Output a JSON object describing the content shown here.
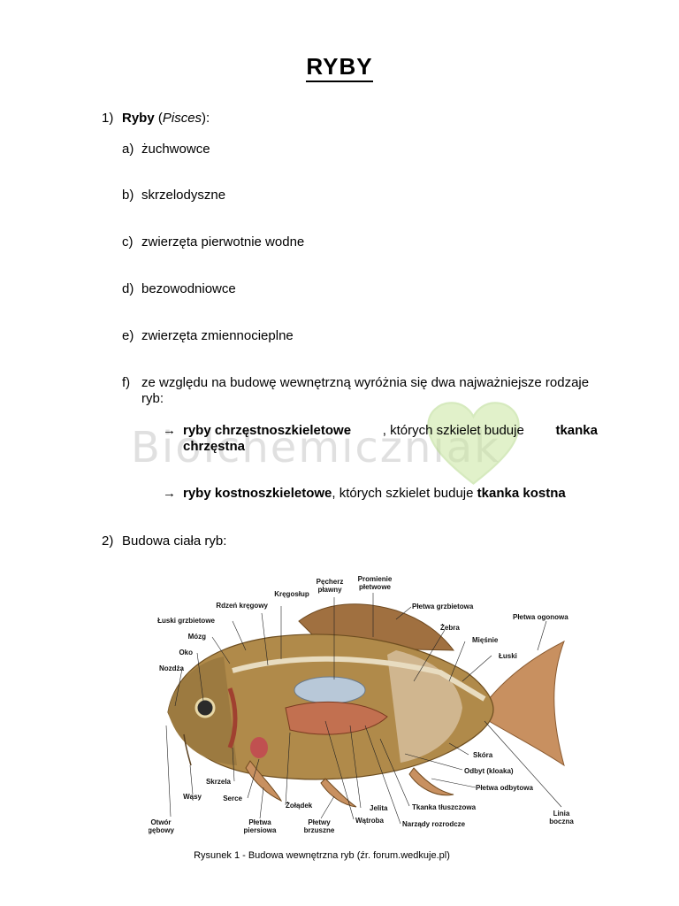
{
  "title": "RYBY",
  "section1": {
    "num": "1)",
    "head_bold": "Ryby",
    "head_open": " (",
    "head_italic": "Pisces",
    "head_close": "):",
    "items": [
      {
        "letter": "a)",
        "text": "żuchwowce"
      },
      {
        "letter": "b)",
        "text": "skrzelodyszne"
      },
      {
        "letter": "c)",
        "text": "zwierzęta pierwotnie wodne"
      },
      {
        "letter": "d)",
        "text": "bezowodniowce"
      },
      {
        "letter": "e)",
        "text": "zwierzęta zmiennocieplne"
      },
      {
        "letter": "f)",
        "text": "ze względu na budowę wewnętrzną wyróżnia się dwa najważniejsze rodzaje ryb:"
      }
    ],
    "sub1": {
      "arrow": "→",
      "bold": "ryby chrzęstnoszkieletowe",
      "text": ", których szkielet buduje",
      "bold2": "tkanka",
      "bold3": "chrzęstna"
    },
    "sub2": {
      "arrow": "→",
      "bold": "ryby kostnoszkieletowe",
      "text": ", których szkielet buduje ",
      "bold2": "tkanka kostna"
    }
  },
  "section2": {
    "num": "2)",
    "text": "Budowa ciała ryb:"
  },
  "watermark": "Biolchemiczniak",
  "colors": {
    "heart": "#c9e6a0",
    "fish_body": "#b08a4a",
    "fish_fin": "#c89060"
  },
  "figure": {
    "labels": {
      "pecherz1": "Pęcherz",
      "pecherz2": "pławny",
      "promienie1": "Promienie",
      "promienie2": "płetwowe",
      "kregoslup": "Kręgosłup",
      "rdzen": "Rdzeń kręgowy",
      "pletwa_grzbietowa": "Płetwa grzbietowa",
      "pletwa_ogonowa": "Płetwa ogonowa",
      "luski_grzbietowe": "Łuski grzbietowe",
      "zebra": "Żebra",
      "mozg": "Mózg",
      "miesnie": "Mięśnie",
      "oko": "Oko",
      "luski": "Łuski",
      "nozdza": "Nozdża",
      "skora": "Skóra",
      "odbyt": "Odbyt (kloaka)",
      "pletwa_odbytowa": "Płetwa odbytowa",
      "skrzela": "Skrzela",
      "serce": "Serce",
      "wasy": "Wąsy",
      "zoladek": "Żołądek",
      "jelita": "Jelita",
      "tkanka": "Tkanka tłuszczowa",
      "linia1": "Linia",
      "linia2": "boczna",
      "otwor1": "Otwór",
      "otwor2": "gębowy",
      "piersiowa1": "Płetwa",
      "piersiowa2": "piersiowa",
      "brzuszne1": "Płetwy",
      "brzuszne2": "brzuszne",
      "watroba": "Wątroba",
      "narzady": "Narządy rozrodcze"
    },
    "caption": "Rysunek 1 - Budowa wewnętrzna ryb (źr. forum.wedkuje.pl)"
  }
}
